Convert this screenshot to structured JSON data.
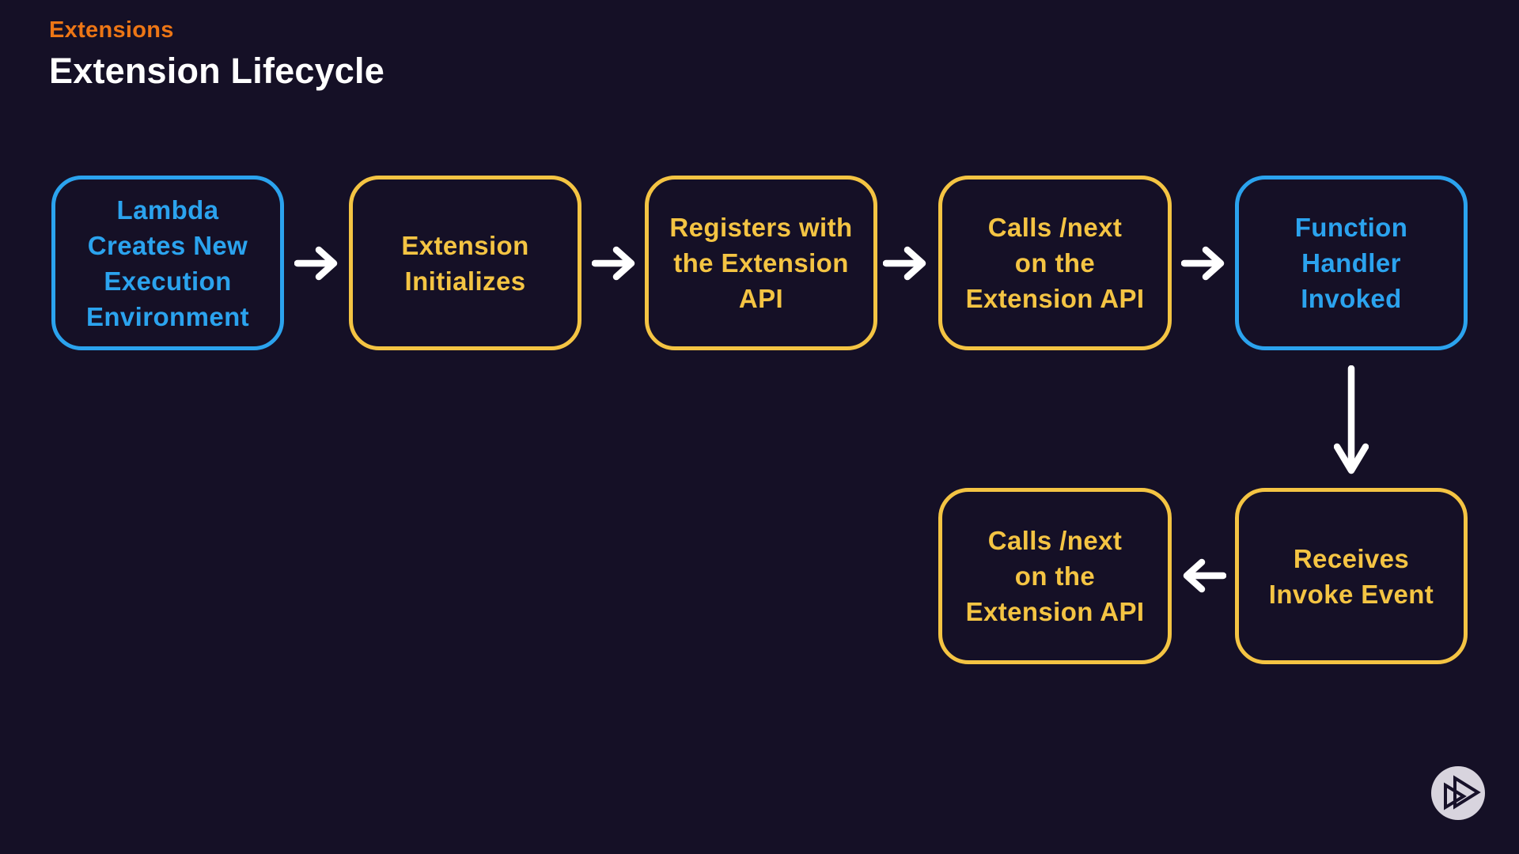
{
  "colors": {
    "bg": "#151026",
    "blue": "#2BA3EE",
    "yellow": "#F4C443",
    "orange": "#ED7615",
    "white": "#FFFFFF",
    "logoCircle": "#D8D4DE",
    "logoGlyph": "#171129"
  },
  "header": {
    "kicker": "Extensions",
    "title": "Extension Lifecycle"
  },
  "diagram": {
    "nodes": [
      {
        "id": "lambda-creates-environment",
        "color": "blue",
        "label": [
          "Lambda",
          "Creates New",
          "Execution",
          "Environment"
        ]
      },
      {
        "id": "extension-initializes",
        "color": "yellow",
        "label": [
          "Extension",
          "Initializes"
        ]
      },
      {
        "id": "registers-with-api",
        "color": "yellow",
        "label": [
          "Registers with",
          "the Extension",
          "API"
        ]
      },
      {
        "id": "calls-next-on-api",
        "color": "yellow",
        "label": [
          "Calls /next",
          "on the",
          "Extension API"
        ]
      },
      {
        "id": "function-handler-invoked",
        "color": "blue",
        "label": [
          "Function",
          "Handler",
          "Invoked"
        ]
      },
      {
        "id": "calls-next-on-api-2",
        "color": "yellow",
        "label": [
          "Calls /next",
          "on the",
          "Extension API"
        ]
      },
      {
        "id": "receives-invoke-event",
        "color": "yellow",
        "label": [
          "Receives",
          "Invoke Event"
        ]
      }
    ],
    "arrows": [
      {
        "direction": "right",
        "from": "lambda-creates-environment",
        "to": "extension-initializes"
      },
      {
        "direction": "right",
        "from": "extension-initializes",
        "to": "registers-with-api"
      },
      {
        "direction": "right",
        "from": "registers-with-api",
        "to": "calls-next-on-api"
      },
      {
        "direction": "right",
        "from": "calls-next-on-api",
        "to": "function-handler-invoked"
      },
      {
        "direction": "down",
        "from": "function-handler-invoked",
        "to": "receives-invoke-event"
      },
      {
        "direction": "left",
        "from": "receives-invoke-event",
        "to": "calls-next-on-api-2"
      }
    ]
  },
  "icons": {
    "logo": "pluralsight-play-logo"
  }
}
